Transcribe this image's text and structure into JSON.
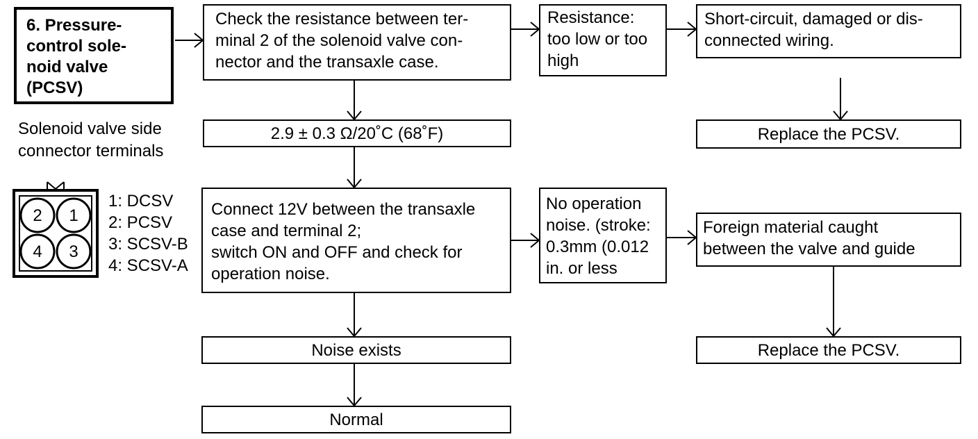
{
  "step_title": {
    "lines": [
      "6. Pressure-",
      "control sole-",
      "noid valve",
      "(PCSV)"
    ]
  },
  "check_resistance": {
    "lines": [
      "Check the resistance between ter-",
      "minal 2 of the solenoid valve con-",
      "nector and the transaxle case."
    ]
  },
  "resistance_fault": {
    "lines": [
      "Resistance:",
      "too low or too",
      "high"
    ]
  },
  "wiring_fault": {
    "lines": [
      "Short-circuit, damaged or dis-",
      "connected wiring."
    ]
  },
  "replace_pcsv_top": {
    "text": "Replace the PCSV."
  },
  "spec_value": {
    "text": "2.9 ± 0.3 Ω/20˚C (68˚F)"
  },
  "connector": {
    "caption_lines": [
      "Solenoid valve side",
      "connector terminals"
    ],
    "pins": [
      "2",
      "1",
      "4",
      "3"
    ],
    "legend": [
      "1: DCSV",
      "2: PCSV",
      "3: SCSV-B",
      "4: SCSV-A"
    ]
  },
  "connect_12v": {
    "lines": [
      "Connect 12V between the transaxle",
      "case and terminal 2;",
      "switch ON and OFF and check for",
      "operation noise."
    ]
  },
  "no_noise": {
    "lines": [
      "No operation",
      "noise. (stroke:",
      "0.3mm (0.012",
      "in. or less"
    ]
  },
  "foreign_material": {
    "lines": [
      "Foreign material caught",
      "between the valve and guide"
    ]
  },
  "replace_pcsv_bottom": {
    "text": "Replace the PCSV."
  },
  "noise_exists": {
    "text": "Noise exists"
  },
  "normal": {
    "text": "Normal"
  }
}
